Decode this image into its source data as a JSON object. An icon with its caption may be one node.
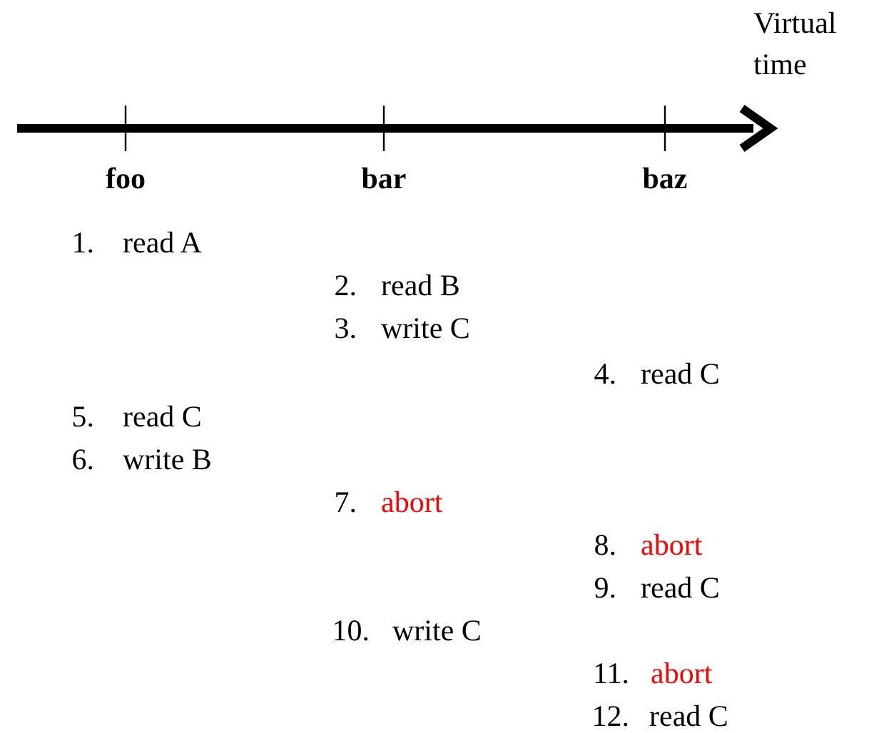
{
  "diagram": {
    "labels": [
      "Virtual time",
      "foo",
      "bar",
      "baz",
      "1.",
      "read A",
      "2.",
      "read B",
      "3.",
      "write C",
      "4.",
      "read C",
      "5.",
      "read C",
      "6.",
      "write B",
      "7.",
      "abort",
      "8.",
      "abort",
      "9.",
      "read C",
      "10.",
      "write C",
      "11.",
      "abort",
      "12.",
      "read C"
    ]
  }
}
